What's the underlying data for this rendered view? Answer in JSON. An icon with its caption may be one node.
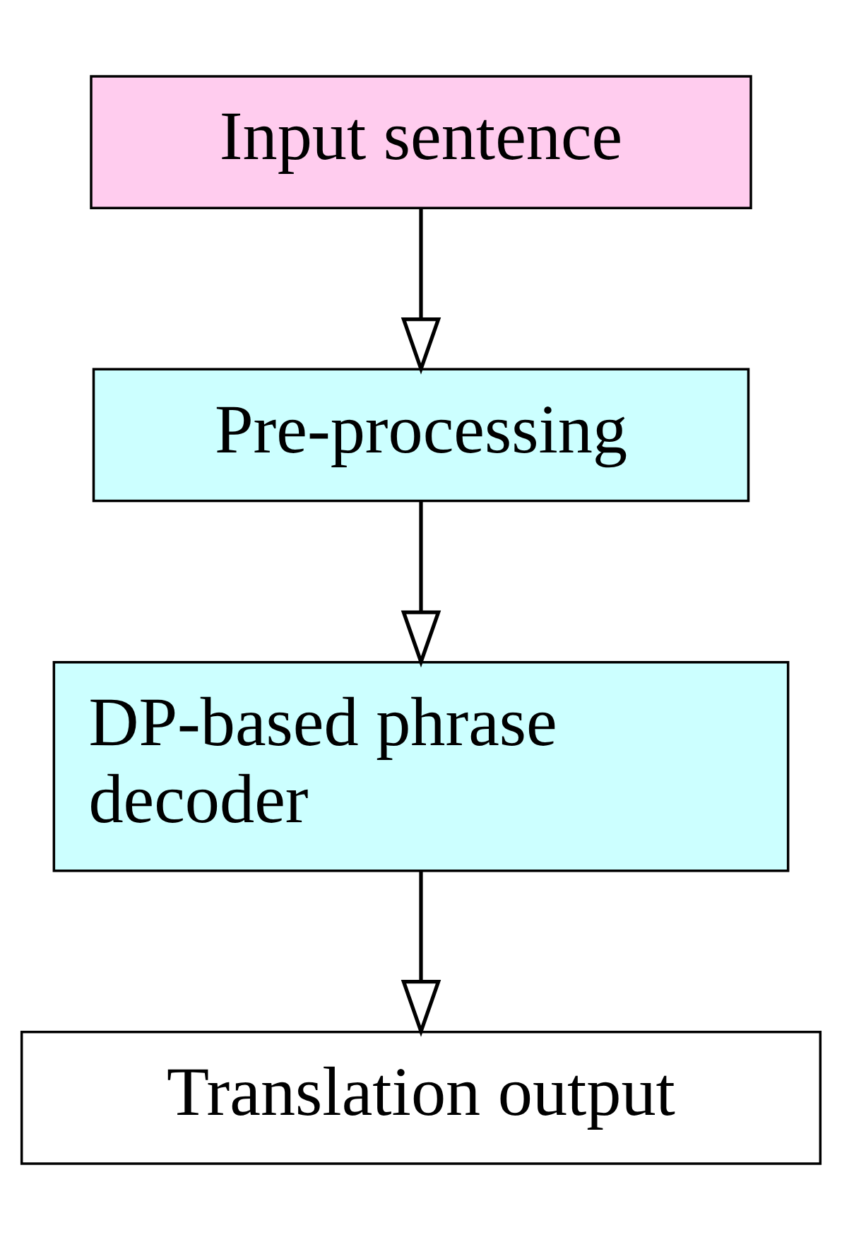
{
  "diagram": {
    "nodes": [
      {
        "text": [
          "Input sentence"
        ]
      },
      {
        "text": [
          "Pre-processing"
        ]
      },
      {
        "text": [
          "DP-based phrase decoder"
        ]
      },
      {
        "text": [
          "Translation output"
        ]
      }
    ],
    "edges": [
      {
        "from": 0,
        "to": 1,
        "arrow": "to"
      },
      {
        "from": 1,
        "to": 2,
        "arrow": "to"
      },
      {
        "from": 2,
        "to": 3,
        "arrow": "to"
      }
    ]
  }
}
